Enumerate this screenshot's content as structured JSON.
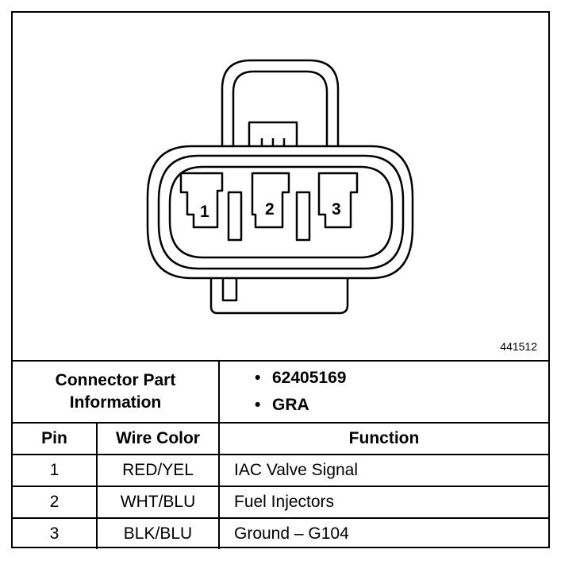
{
  "figure_number": "441512",
  "connector": {
    "pins": [
      "1",
      "2",
      "3"
    ]
  },
  "info": {
    "label_line1": "Connector Part",
    "label_line2": "Information",
    "values": [
      "62405169",
      "GRA"
    ]
  },
  "table": {
    "headers": [
      "Pin",
      "Wire Color",
      "Function"
    ],
    "rows": [
      {
        "pin": "1",
        "color": "RED/YEL",
        "function": "IAC Valve Signal"
      },
      {
        "pin": "2",
        "color": "WHT/BLU",
        "function": "Fuel Injectors"
      },
      {
        "pin": "3",
        "color": "BLK/BLU",
        "function": "Ground – G104"
      }
    ]
  }
}
